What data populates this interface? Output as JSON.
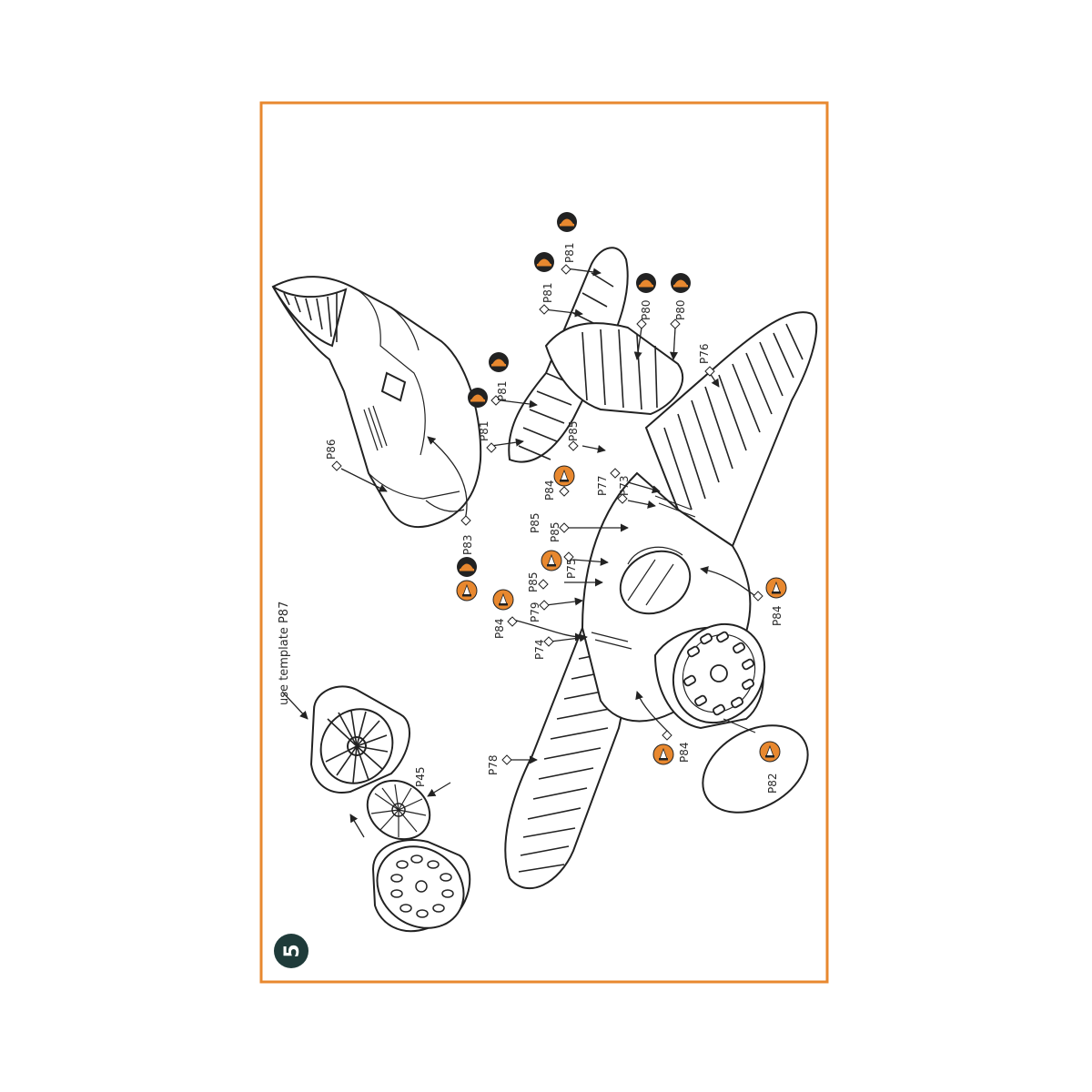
{
  "step": {
    "number": "5"
  },
  "frame_color": "#e8882f",
  "badge_color": "#1f3b3a",
  "icon_colors": {
    "glue": "#e8882f",
    "paint": "#222222"
  },
  "note": {
    "text": "use template P87"
  },
  "parts": {
    "p45": "P45",
    "p73": "P73",
    "p74": "P74",
    "p75": "P75",
    "p76": "P76",
    "p77": "P77",
    "p78": "P78",
    "p79": "P79",
    "p80": "P80",
    "p81": "P81",
    "p82": "P82",
    "p83": "P83",
    "p84": "P84",
    "p85": "P85",
    "p86": "P86"
  },
  "icons": {
    "glue": "glue-drop-icon",
    "paint": "paint-helmet-icon"
  }
}
